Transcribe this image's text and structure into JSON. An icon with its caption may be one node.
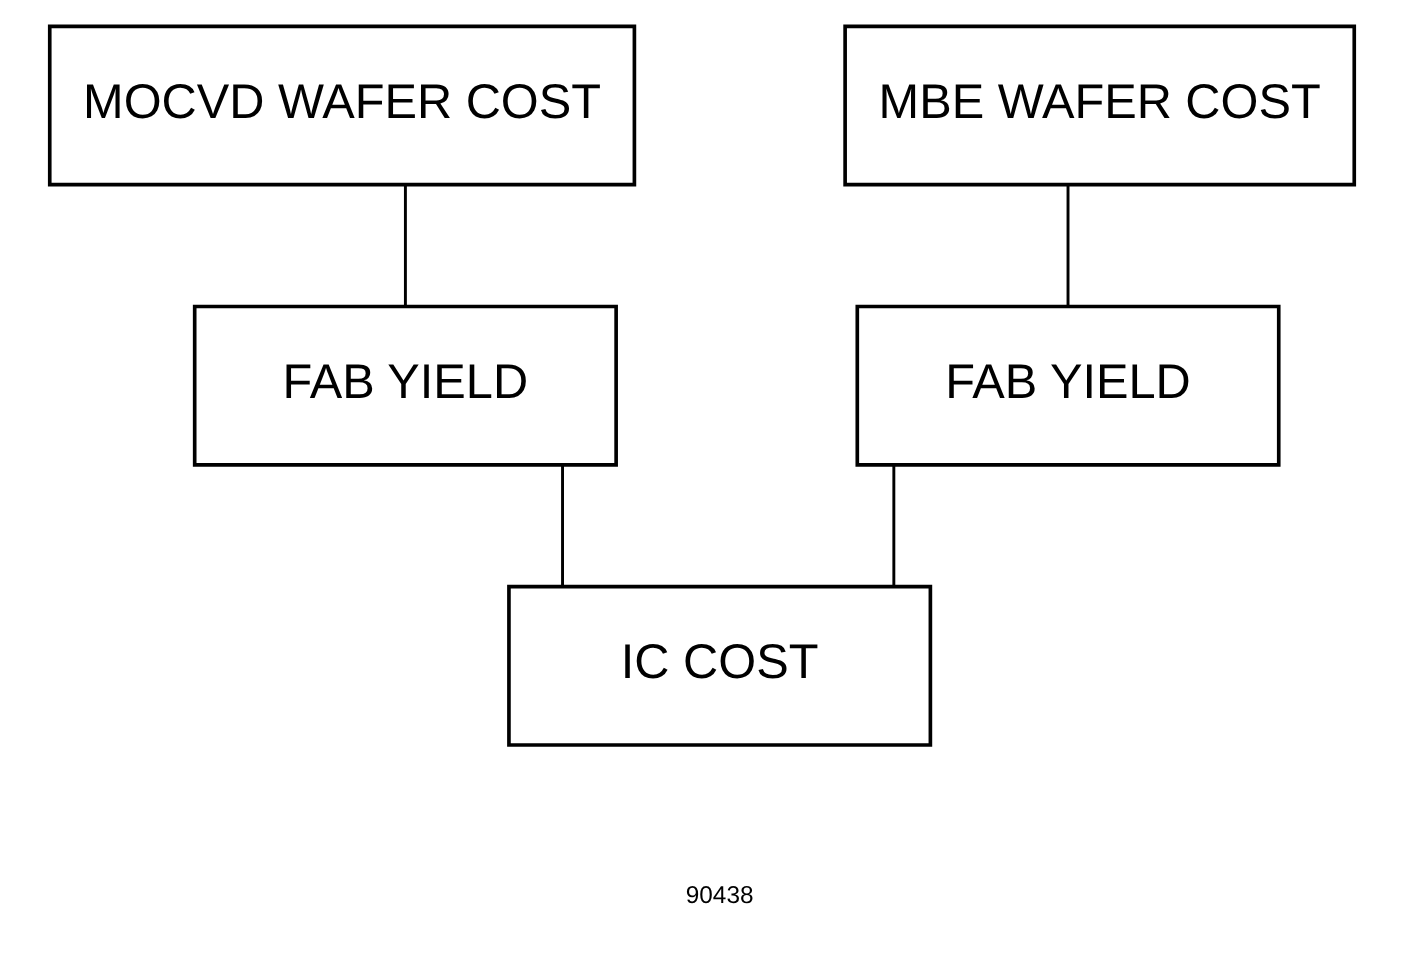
{
  "diagram": {
    "nodes": [
      {
        "text": [
          "MOCVD WAFER COST"
        ]
      },
      {
        "text": [
          "MBE WAFER COST"
        ]
      },
      {
        "text": [
          "FAB YIELD"
        ]
      },
      {
        "text": [
          "FAB YIELD"
        ]
      },
      {
        "text": [
          "IC COST"
        ]
      }
    ],
    "edges": [
      {
        "from": 0,
        "to": 2,
        "arrow": "none"
      },
      {
        "from": 1,
        "to": 3,
        "arrow": "none"
      },
      {
        "from": 2,
        "to": 4,
        "arrow": "none"
      },
      {
        "from": 3,
        "to": 4,
        "arrow": "none"
      }
    ],
    "labels": [
      "90438"
    ]
  }
}
